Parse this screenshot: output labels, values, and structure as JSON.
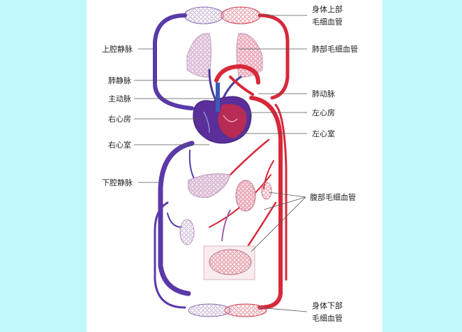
{
  "colors": {
    "background_side": "#bff7fb",
    "page": "#ffffff",
    "artery": "#d8283a",
    "vein": "#5a3aa8",
    "capillary": "#c9a9d0",
    "leader": "#555555"
  },
  "labels": {
    "left": [
      {
        "id": "svc",
        "text": "上腔静脉"
      },
      {
        "id": "pulmonary_vein",
        "text": "肺静脉"
      },
      {
        "id": "aorta",
        "text": "主动脉"
      },
      {
        "id": "right_atrium",
        "text": "右心房"
      },
      {
        "id": "right_ventricle",
        "text": "右心室"
      },
      {
        "id": "ivc",
        "text": "下腔静脉"
      }
    ],
    "right": [
      {
        "id": "upper_body_cap_1",
        "text": "身体上部"
      },
      {
        "id": "upper_body_cap_2",
        "text": "毛细血管"
      },
      {
        "id": "lung_cap",
        "text": "肺部毛细血管"
      },
      {
        "id": "pulmonary_artery",
        "text": "肺动脉"
      },
      {
        "id": "left_atrium",
        "text": "左心房"
      },
      {
        "id": "left_ventricle",
        "text": "左心室"
      },
      {
        "id": "abdominal_cap",
        "text": "腹部毛细血管"
      },
      {
        "id": "lower_body_cap_1",
        "text": "身体下部"
      },
      {
        "id": "lower_body_cap_2",
        "text": "毛细血管"
      }
    ]
  }
}
